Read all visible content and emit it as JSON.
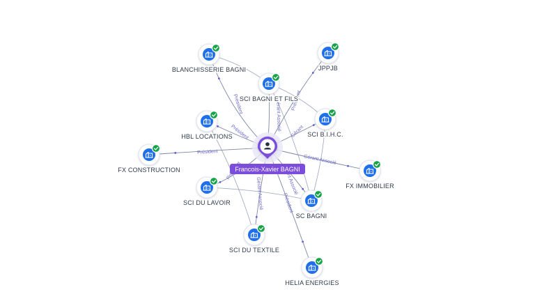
{
  "graph": {
    "center": {
      "label": "Francois-Xavier BAGNI",
      "icon": "person-icon",
      "color": "#7c4ddb"
    },
    "company_icon": "company-building-icon",
    "status_icon": "verified-check-icon",
    "company_color": "#1f6feb",
    "check_color": "#17a34a",
    "edge_color": "#7b86a6",
    "nodes": [
      {
        "id": "blanchisserie",
        "label": "BLANCHISSERIE BAGNI"
      },
      {
        "id": "jppjb",
        "label": "JPPJB"
      },
      {
        "id": "sci-bagni-fils",
        "label": "SCI BAGNI ET FILS"
      },
      {
        "id": "hbl",
        "label": "HBL LOCATIONS"
      },
      {
        "id": "sci-bihc",
        "label": "SCI B.I.H.C."
      },
      {
        "id": "fx-construction",
        "label": "FX CONSTRUCTION"
      },
      {
        "id": "fx-immobilier",
        "label": "FX IMMOBILIER"
      },
      {
        "id": "sci-lavoir",
        "label": "SCI DU LAVOIR"
      },
      {
        "id": "sc-bagni",
        "label": "SC BAGNI"
      },
      {
        "id": "sci-textile",
        "label": "SCI DU TEXTILE"
      },
      {
        "id": "helia",
        "label": "HELIA ENERGIES"
      }
    ],
    "edges": [
      {
        "to": "blanchisserie",
        "label": "Président"
      },
      {
        "to": "jppjb",
        "label": "Président"
      },
      {
        "to": "sci-bagni-fils",
        "label": "Gérant Associé"
      },
      {
        "to": "hbl",
        "label": "Président"
      },
      {
        "to": "sci-bihc",
        "label": "Gérant"
      },
      {
        "to": "fx-construction",
        "label": "Président"
      },
      {
        "to": "fx-immobilier",
        "label": "Gérant Associé"
      },
      {
        "to": "sci-lavoir",
        "label": "Président"
      },
      {
        "to": "sc-bagni",
        "label": "Gérant Associé"
      },
      {
        "to": "sci-textile",
        "label": "Gérant Associé"
      },
      {
        "to": "helia",
        "label": "Président"
      }
    ]
  }
}
